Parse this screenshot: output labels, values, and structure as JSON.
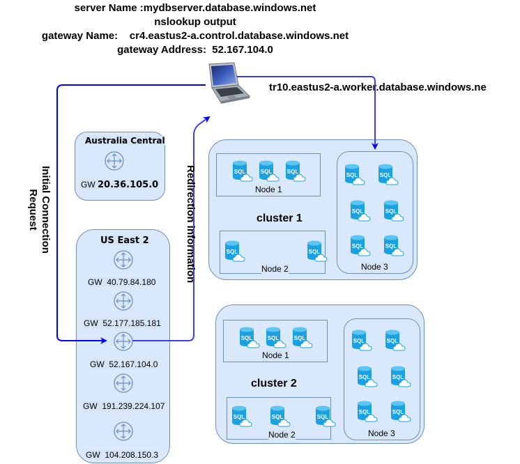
{
  "header": {
    "line1": "server Name :mydbserver.database.windows.net",
    "line2": "nslookup  output",
    "line3": "gateway Name:    cr4.eastus2-a.control.database.windows.net",
    "line4": "gateway Address:  52.167.104.0"
  },
  "client": {
    "icon": "laptop-icon"
  },
  "worker_label": "tr10.eastus2-a.worker.database.windows.ne",
  "arrows": {
    "initial_request": "Initial Connection\nRequest",
    "initial_request_line1": "Initial Connection",
    "initial_request_line2": "Request",
    "redirection": "Redirection information",
    "color": "#0000ff"
  },
  "regions": [
    {
      "name": "Australia Central",
      "gateways": [
        {
          "prefix": "GW",
          "ip": "20.36.105.0"
        }
      ]
    },
    {
      "name": "US East 2",
      "gateways": [
        {
          "prefix": "GW",
          "ip": "40.79.84.180"
        },
        {
          "prefix": "GW",
          "ip": "52.177.185.181"
        },
        {
          "prefix": "GW",
          "ip": "52.167.104.0"
        },
        {
          "prefix": "GW",
          "ip": "191.239.224.107"
        },
        {
          "prefix": "GW",
          "ip": "104.208.150.3"
        }
      ]
    }
  ],
  "clusters": [
    {
      "name": "cluster 1",
      "nodes": [
        {
          "name": "Node 1",
          "databases": 3
        },
        {
          "name": "Node 2",
          "databases": 2
        },
        {
          "name": "Node 3",
          "databases": 6
        }
      ]
    },
    {
      "name": "cluster 2",
      "nodes": [
        {
          "name": "Node 1",
          "databases": 3
        },
        {
          "name": "Node 2",
          "databases": 3
        },
        {
          "name": "Node 3",
          "databases": 6
        }
      ]
    }
  ],
  "sql_icon_text": "SQL",
  "colors": {
    "box_fill": "#dae8fc",
    "box_border": "#6c8ebf",
    "sql_blue": "#1ba1e2",
    "arrow_blue": "#0000ff"
  }
}
